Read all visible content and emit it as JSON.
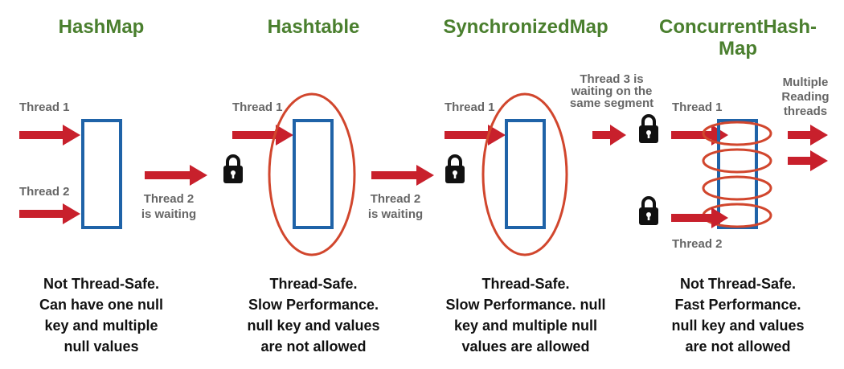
{
  "colors": {
    "title": "#4a7f2e",
    "arrow": "#c8202c",
    "box": "#1f63a8",
    "ring": "#d1462d",
    "label": "#666666",
    "text": "#111111",
    "lock": "#111111"
  },
  "icons": {
    "lock": "padlock-icon"
  },
  "panels": [
    {
      "title": [
        "HashMap"
      ],
      "thread1": "Thread 1",
      "thread2": "Thread 2",
      "waiting": [
        "Thread 2",
        "is waiting"
      ],
      "desc": [
        "Not Thread-Safe.",
        "Can have one null",
        "key and multiple",
        "null values"
      ]
    },
    {
      "title": [
        "Hashtable"
      ],
      "thread1": "Thread 1",
      "waiting": [
        "Thread 2",
        "is waiting"
      ],
      "desc": [
        "Thread-Safe.",
        "Slow Performance.",
        "null key and values",
        "are not allowed"
      ]
    },
    {
      "title": [
        "SynchronizedMap"
      ],
      "thread1": "Thread 1",
      "note": [
        "Thread 3 is",
        "waiting on the",
        "same segment"
      ],
      "desc": [
        "Thread-Safe.",
        "Slow Performance. null",
        "key and multiple null",
        "values are allowed"
      ]
    },
    {
      "title": [
        "ConcurrentHash-",
        "Map"
      ],
      "thread1": "Thread 1",
      "thread2": "Thread 2",
      "note": [
        "Multiple",
        "Reading",
        "threads"
      ],
      "desc": [
        "Not Thread-Safe.",
        "Fast Performance.",
        "null key and values",
        "are not allowed"
      ]
    }
  ]
}
